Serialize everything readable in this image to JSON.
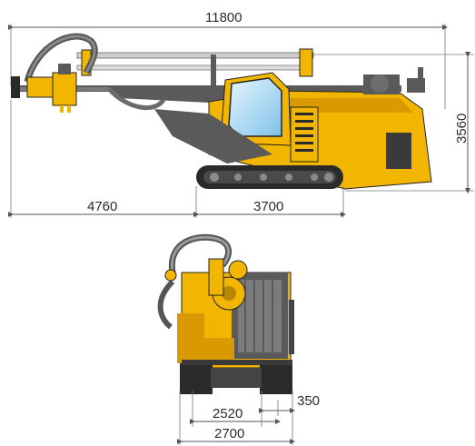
{
  "dimensions": {
    "overall_length": "11800",
    "height": "3560",
    "front_reach": "4760",
    "track_length": "3700",
    "track_gauge": "2520",
    "track_shoe_width": "350",
    "overall_width": "2700"
  },
  "colors": {
    "body": "#f2b600",
    "body_shadow": "#d89a00",
    "steel": "#5a5a5a",
    "track": "#2a2a2a",
    "glass": "#bfe3f5"
  }
}
